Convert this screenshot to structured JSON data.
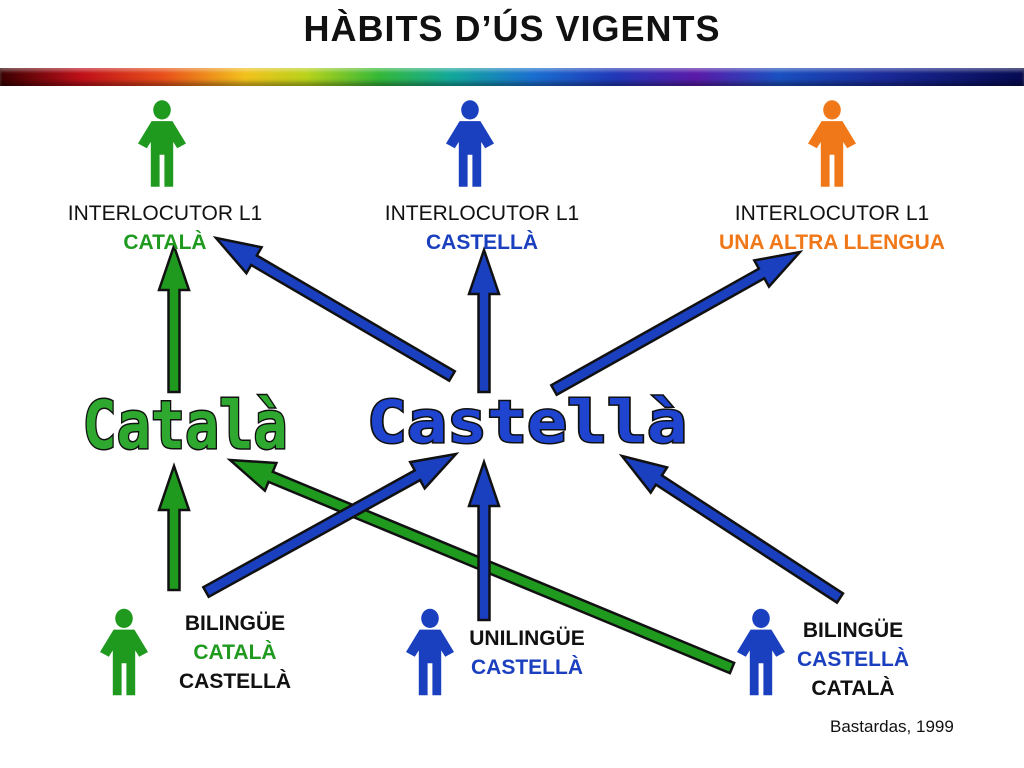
{
  "title": "HÀBITS  D’ÚS  VIGENTS",
  "colors": {
    "catala": "#1f9a1f",
    "castella": "#1a3fbf",
    "altra": "#f07818"
  },
  "interlocutors": [
    {
      "line1": "INTERLOCUTOR L1",
      "line2": "CATALÀ",
      "figure_color": "#1f9a1f",
      "icon": "person-icon"
    },
    {
      "line1": "INTERLOCUTOR L1",
      "line2": "CASTELLÀ",
      "figure_color": "#1a3fbf",
      "icon": "person-icon"
    },
    {
      "line1": "INTERLOCUTOR L1",
      "line2": "UNA ALTRA LLENGUA",
      "figure_color": "#f07818",
      "icon": "person-icon"
    }
  ],
  "languages": {
    "catala": "Català",
    "castella": "Castellà"
  },
  "speakers": [
    {
      "line1": "BILINGÜE",
      "line2": "CATALÀ",
      "line3": "CASTELLÀ",
      "figure_color": "#1f9a1f",
      "icon": "person-icon"
    },
    {
      "line1": "UNILINGÜE",
      "line2": "CASTELLÀ",
      "figure_color": "#1a3fbf",
      "icon": "person-icon"
    },
    {
      "line1": "BILINGÜE",
      "line2": "CASTELLÀ",
      "line3": "CATALÀ",
      "figure_color": "#1a3fbf",
      "icon": "person-icon"
    }
  ],
  "source": "Bastardas, 1999"
}
